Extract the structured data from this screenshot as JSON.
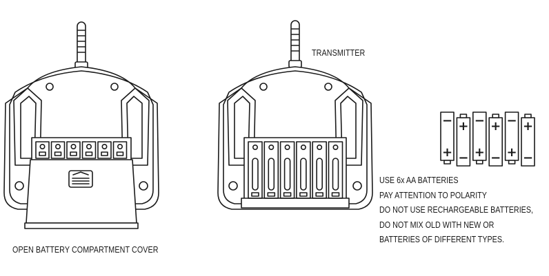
{
  "labels": {
    "transmitter": "TRANSMITTER",
    "open_cover": "OPEN BATTERY COMPARTMENT COVER"
  },
  "instructions": [
    "USE 6x AA BATTERIES",
    "PAY ATTENTION TO POLARITY",
    "DO NOT USE RECHARGEABLE BATTERIES,",
    "DO NOT MIX OLD WITH NEW OR",
    "BATTERIES OF DIFFERENT TYPES."
  ],
  "batteries": {
    "count": 6,
    "polarity_symbols": {
      "positive": "+",
      "negative": "−"
    },
    "orientation": [
      "minus-top",
      "plus-top",
      "minus-top",
      "plus-top",
      "minus-top",
      "plus-top"
    ]
  },
  "colors": {
    "line": "#1a1a1a",
    "background": "#ffffff"
  }
}
